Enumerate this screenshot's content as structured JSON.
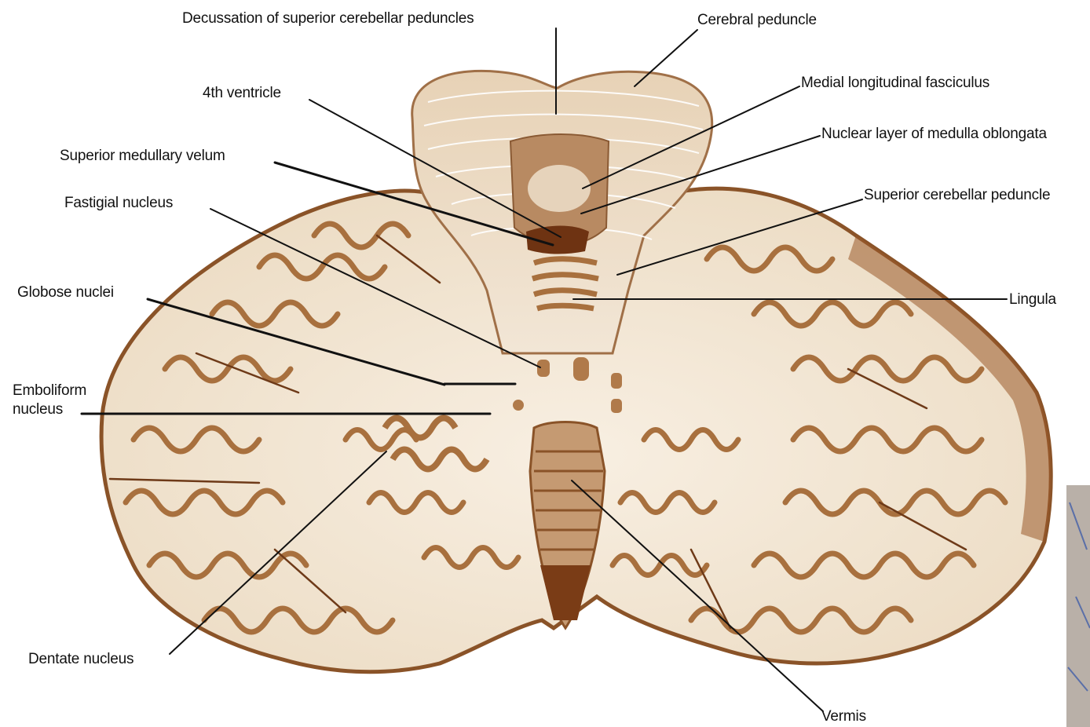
{
  "colors": {
    "background": "#ffffff",
    "cortex_brown": "#a8703e",
    "cortex_dark": "#7a4420",
    "white_matter": "#f3e7d6",
    "leader_line": "#111111"
  },
  "labels": {
    "decussation": "Decussation of superior cerebellar peduncles",
    "cerebral_peduncle": "Cerebral peduncle",
    "fourth_ventricle": "4th ventricle",
    "medial_longitudinal_fasciculus": "Medial longitudinal fasciculus",
    "superior_medullary_velum": "Superior medullary velum",
    "nuclear_layer": "Nuclear layer of medulla oblongata",
    "fastigial_nucleus": "Fastigial nucleus",
    "superior_cerebellar_peduncle": "Superior cerebellar peduncle",
    "globose_nuclei": "Globose nuclei",
    "lingula": "Lingula",
    "emboliform_nucleus": "Emboliform\nnucleus",
    "dentate_nucleus": "Dentate nucleus",
    "vermis": "Vermis"
  }
}
